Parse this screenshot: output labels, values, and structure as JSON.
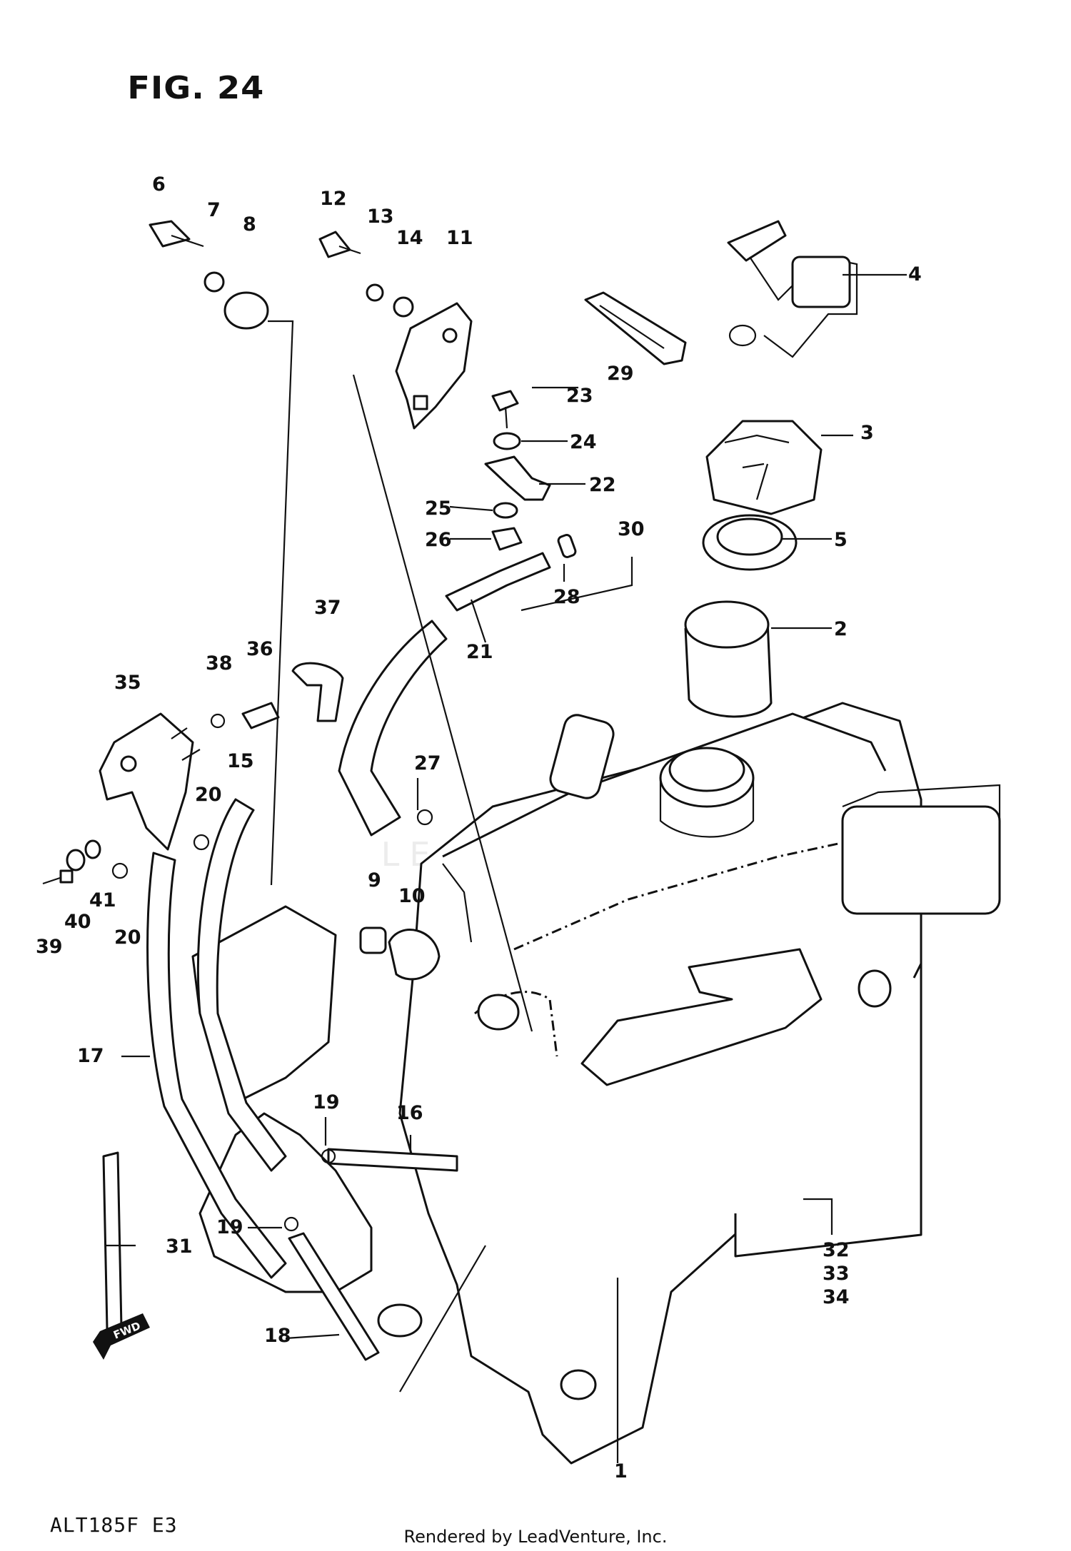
{
  "title": "FIG. 24",
  "diagram_code": "ALT185F E3",
  "footer": "Rendered by LeadVenture, Inc.",
  "watermark": "LEADVENTURE",
  "fwd_label": "FWD",
  "callouts": [
    "1",
    "2",
    "3",
    "4",
    "5",
    "6",
    "7",
    "8",
    "9",
    "10",
    "11",
    "12",
    "13",
    "14",
    "15",
    "16",
    "17",
    "18",
    "19",
    "19",
    "20",
    "20",
    "21",
    "22",
    "23",
    "24",
    "25",
    "26",
    "27",
    "28",
    "29",
    "30",
    "31",
    "32",
    "33",
    "34",
    "35",
    "36",
    "37",
    "38",
    "39",
    "40",
    "41"
  ]
}
